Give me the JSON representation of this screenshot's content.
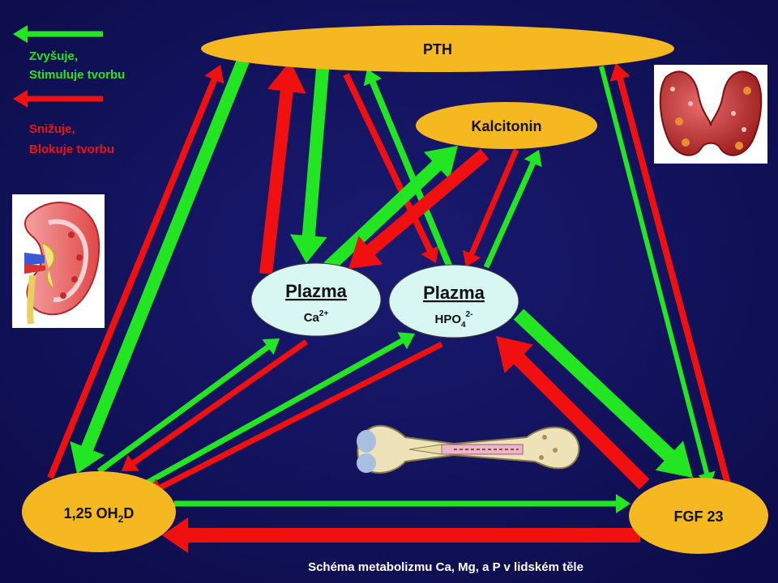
{
  "colors": {
    "background": "#121260",
    "increase": "#22e622",
    "decrease": "#f01010",
    "hormone_node": "#f5b820",
    "plasma_node": "#d8f6f2"
  },
  "legend": {
    "increase_line1": "Zvyšuje,",
    "increase_line2": "Stimuluje  tvorbu",
    "decrease_line1": "Snižuje,",
    "decrease_line2": "Blokuje  tvorbu"
  },
  "nodes": {
    "pth": "PTH",
    "kalcitonin": "Kalcitonin",
    "plasma_ca_title": "Plazma",
    "plasma_ca_ion": "Ca",
    "plasma_ca_charge": "2+",
    "plasma_p_title": "Plazma",
    "plasma_p_ion": "HPO",
    "plasma_p_sub": "4",
    "plasma_p_charge": "2-",
    "vitd_main": "1,25 OH",
    "vitd_sub": "2",
    "vitd_end": "D",
    "fgf23": "FGF 23"
  },
  "images": {
    "kidney": "kidney-image",
    "thyroid": "thyroid-image",
    "bone": "bone-image"
  },
  "caption": "Schéma  metabolizmu Ca, Mg, a  P v  lidském těle"
}
